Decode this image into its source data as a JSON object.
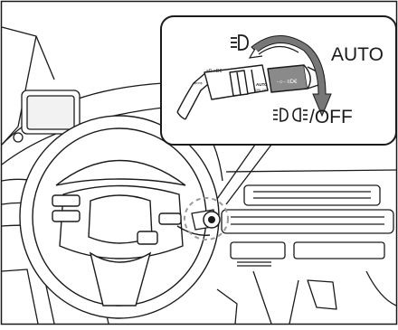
{
  "callout": {
    "label_auto": "AUTO",
    "label_off": "/OFF",
    "icons": [
      "headlight-icon",
      "position-lamp-icon",
      "rotation-arrow-icon"
    ]
  },
  "stalk": {
    "tiny_labels": [
      "AUTO",
      "DRL OFF"
    ]
  },
  "colors": {
    "line": "#1a1a1a",
    "background": "#ffffff",
    "interior_fill": "#f2f2f2",
    "knob_grey": "#8a8a8a",
    "highlight_circle": "#9a9a9a"
  }
}
